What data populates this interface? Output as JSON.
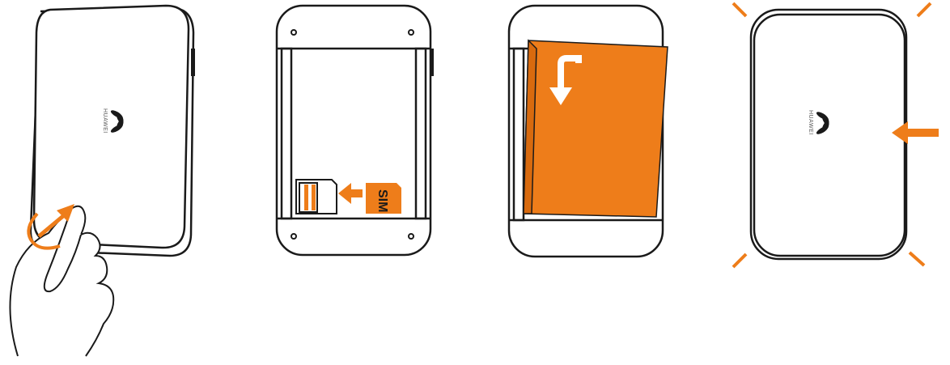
{
  "brand": {
    "name": "HUAWEI",
    "logo_icon": "huawei-flower-icon"
  },
  "accent_color": "#ee7d1a",
  "outline_color": "#1a1a1a",
  "steps": [
    {
      "id": "open-cover",
      "icon": "hand-lift-cover-icon",
      "arrow": "curved-arrow-icon"
    },
    {
      "id": "insert-sim",
      "sim_label": "SIM",
      "arrow": "left-arrow-icon"
    },
    {
      "id": "place-battery",
      "arrow": "turn-down-arrow-icon"
    },
    {
      "id": "close-cover",
      "arrow": "left-arrow-icon",
      "emphasis": "corner-tick-marks"
    }
  ]
}
